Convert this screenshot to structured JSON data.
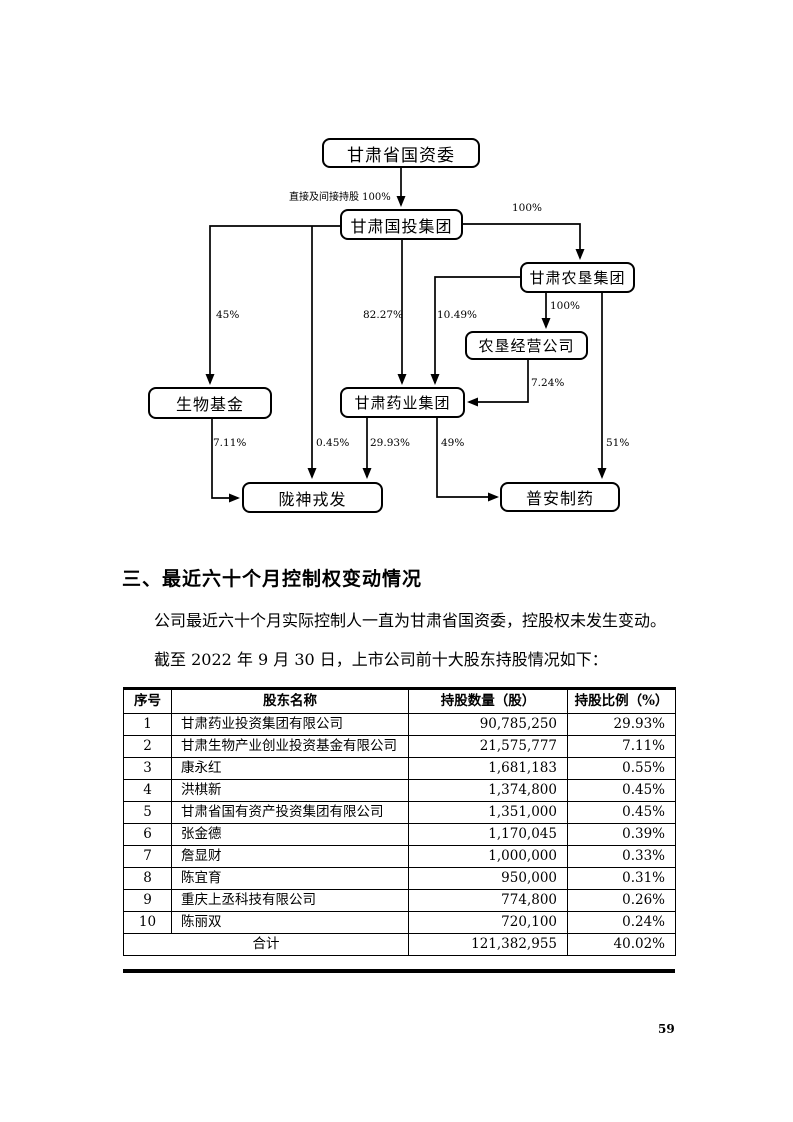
{
  "diagram": {
    "nodes": {
      "provincial_sasac": "甘肃省国资委",
      "guotou_group": "甘肃国投集团",
      "nongken_group": "甘肃农垦集团",
      "nongken_jingying": "农垦经营公司",
      "pharma_group": "甘肃药业集团",
      "bio_fund": "生物基金",
      "longshen_rongfa": "陇神戎发",
      "puan_pharma": "普安制药"
    },
    "edge_labels": {
      "holding_100": "直接及间接持股 100%",
      "guotou_to_nongken": "100%",
      "guotou_to_biofund": "45%",
      "guotou_to_pharma": "82.27%",
      "nongken_to_pharma": "10.49%",
      "nongken_to_jingying": "100%",
      "jingying_to_pharma": "7.24%",
      "biofund_to_longshen": "7.11%",
      "guotou_to_longshen": "0.45%",
      "pharma_to_longshen": "29.93%",
      "pharma_to_puan": "49%",
      "nongken_to_puan": "51%"
    }
  },
  "section": {
    "heading": "三、最近六十个月控制权变动情况",
    "para1": "公司最近六十个月实际控制人一直为甘肃省国资委，控股权未发生变动。",
    "para2": "截至 2022 年 9 月 30 日，上市公司前十大股东持股情况如下："
  },
  "table": {
    "headers": {
      "no": "序号",
      "name": "股东名称",
      "shares": "持股数量（股）",
      "pct": "持股比例（%）"
    },
    "rows": [
      {
        "no": "1",
        "name": "甘肃药业投资集团有限公司",
        "shares": "90,785,250",
        "pct": "29.93%"
      },
      {
        "no": "2",
        "name": "甘肃生物产业创业投资基金有限公司",
        "shares": "21,575,777",
        "pct": "7.11%"
      },
      {
        "no": "3",
        "name": "康永红",
        "shares": "1,681,183",
        "pct": "0.55%"
      },
      {
        "no": "4",
        "name": "洪棋新",
        "shares": "1,374,800",
        "pct": "0.45%"
      },
      {
        "no": "5",
        "name": "甘肃省国有资产投资集团有限公司",
        "shares": "1,351,000",
        "pct": "0.45%"
      },
      {
        "no": "6",
        "name": "张金德",
        "shares": "1,170,045",
        "pct": "0.39%"
      },
      {
        "no": "7",
        "name": "詹显财",
        "shares": "1,000,000",
        "pct": "0.33%"
      },
      {
        "no": "8",
        "name": "陈宜育",
        "shares": "950,000",
        "pct": "0.31%"
      },
      {
        "no": "9",
        "name": "重庆上丞科技有限公司",
        "shares": "774,800",
        "pct": "0.26%"
      },
      {
        "no": "10",
        "name": "陈丽双",
        "shares": "720,100",
        "pct": "0.24%"
      }
    ],
    "total": {
      "label": "合计",
      "shares": "121,382,955",
      "pct": "40.02%"
    }
  },
  "page": {
    "number": "59"
  }
}
